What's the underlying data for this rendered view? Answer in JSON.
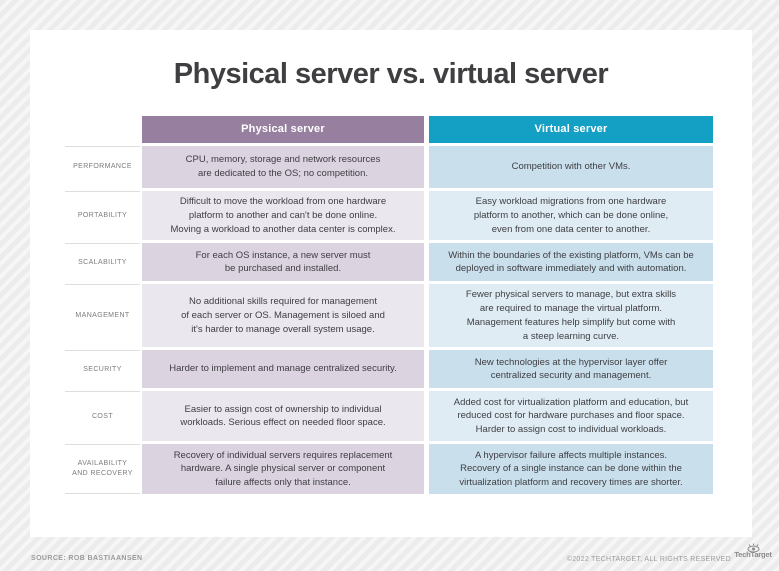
{
  "page": {
    "title": "Physical server vs. virtual server",
    "footer": {
      "source": "SOURCE: ROB BASTIAANSEN",
      "copyright": "©2022 TECHTARGET, ALL RIGHTS RESERVED",
      "brand": "TechTarget",
      "brand_icon": "techtarget-eye-icon"
    },
    "colors": {
      "physical_header": "#97809f",
      "virtual_header": "#14a0c4",
      "physical_row_dark": "#dcd3e1",
      "physical_row_light": "#ebe7ef",
      "virtual_row_dark": "#c9dfeb",
      "virtual_row_light": "#dfecf4",
      "title_text": "#3f3e41",
      "background": "#ececec"
    }
  },
  "table": {
    "columns": [
      {
        "label": "Physical server"
      },
      {
        "label": "Virtual server"
      }
    ],
    "rows": [
      {
        "label": "PERFORMANCE",
        "physical": "CPU, memory, storage and network resources\nare dedicated to the OS; no competition.",
        "virtual": "Competition with other VMs."
      },
      {
        "label": "PORTABILITY",
        "physical": "Difficult to move the workload from one hardware\nplatform to another and can't be done online.\nMoving a workload to another data center is complex.",
        "virtual": "Easy workload migrations from one hardware\nplatform to another, which can be done online,\neven from one data center to another."
      },
      {
        "label": "SCALABILITY",
        "physical": "For each OS instance, a new server must\nbe purchased and installed.",
        "virtual": "Within the boundaries of the existing platform, VMs can be\ndeployed in software immediately and with automation."
      },
      {
        "label": "MANAGEMENT",
        "physical": "No additional skills required for management\nof each server or OS. Management is siloed and\nit's harder to manage overall system usage.",
        "virtual": "Fewer physical servers to manage, but extra skills\nare required to manage the virtual platform.\nManagement features help simplify but come with\na steep learning curve."
      },
      {
        "label": "SECURITY",
        "physical": "Harder to implement and manage centralized security.",
        "virtual": "New technologies at the hypervisor layer offer\ncentralized security and management."
      },
      {
        "label": "COST",
        "physical": "Easier to assign cost of ownership to individual\nworkloads. Serious effect on needed floor space.",
        "virtual": "Added cost for virtualization platform and education, but\nreduced cost for hardware purchases and floor space.\nHarder to assign cost to individual workloads."
      },
      {
        "label": "AVAILABILITY\nAND RECOVERY",
        "physical": "Recovery of individual servers requires replacement\nhardware. A single physical server or component\nfailure affects only that instance.",
        "virtual": "A hypervisor failure affects multiple instances.\nRecovery of a single instance can be done within the\nvirtualization platform and recovery times are shorter."
      }
    ]
  }
}
